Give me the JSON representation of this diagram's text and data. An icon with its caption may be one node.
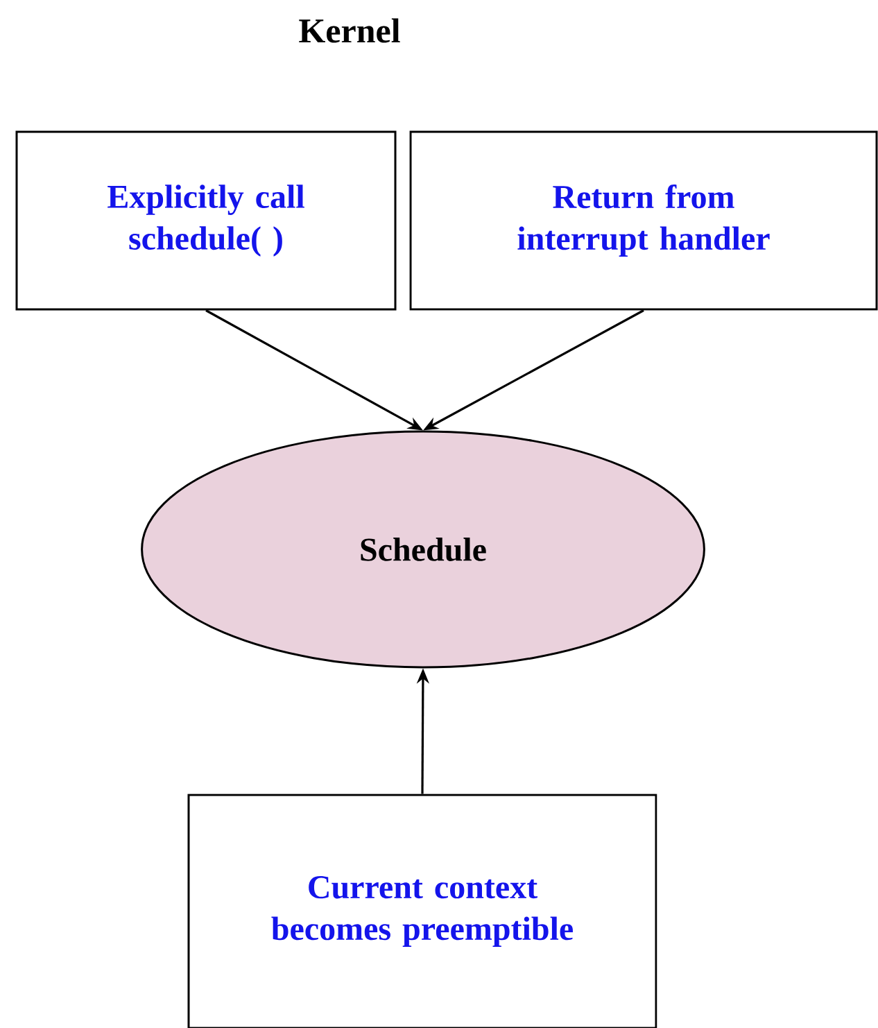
{
  "diagram": {
    "title": "Kernel",
    "nodes": [
      {
        "text": [
          "Explicitly call schedule( )"
        ]
      },
      {
        "text": [
          "Return from interrupt handler"
        ]
      },
      {
        "text": [
          "Schedule"
        ]
      },
      {
        "text": [
          "Current context becomes preemptible"
        ]
      }
    ],
    "edges": [
      {
        "from": 0,
        "to": 2,
        "arrow": "to"
      },
      {
        "from": 1,
        "to": 2,
        "arrow": "to"
      },
      {
        "from": 3,
        "to": 2,
        "arrow": "to"
      }
    ]
  }
}
